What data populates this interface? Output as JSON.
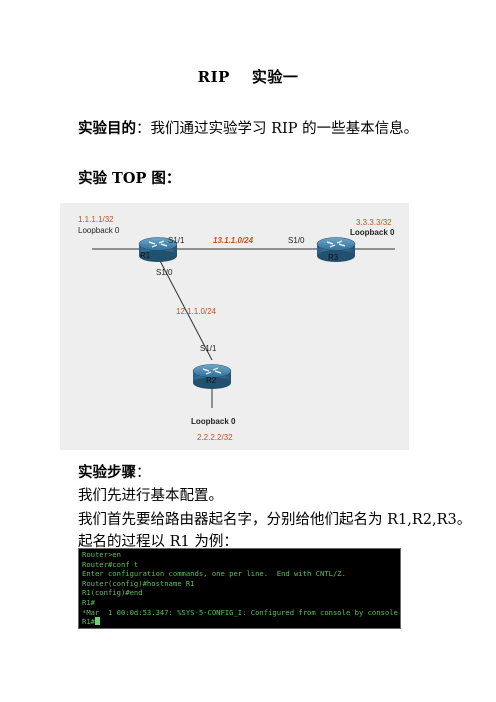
{
  "doc": {
    "title_left": "RIP",
    "title_right": "实验一",
    "purpose_label": "实验目的",
    "purpose_colon": "：",
    "purpose_text": "我们通过实验学习 RIP 的一些基本信息。",
    "top_label": "实验 TOP 图：",
    "steps_label": "实验步骤",
    "steps_colon": "：",
    "para1": "我们先进行基本配置。",
    "para2": "我们首先要给路由器起名字，分别给他们起名为 R1,R2,R3。",
    "para3": "起名的过程以 R1 为例："
  },
  "diagram": {
    "r1_loopback_ip": "1.1.1.1/32",
    "r1_loopback": "Loopback 0",
    "r1_name": "R1",
    "r1_s11": "S1/1",
    "r1_s10": "S1/0",
    "link_r1_r3": "13.1.1.0/24",
    "r3_s10": "S1/0",
    "r3_loopback_ip": "3.3.3.3/32",
    "r3_loopback": "Loopback 0",
    "r3_name": "R3",
    "link_r1_r2": "12.1.1.0/24",
    "r2_s11": "S1/1",
    "r2_name": "R2",
    "r2_loopback": "Loopback 0",
    "r2_loopback_ip": "2.2.2.2/32",
    "colors": {
      "bg": "#eeeeee",
      "ip_label": "#c8501e",
      "router": "#2f6f9a",
      "line": "#333333"
    }
  },
  "terminal": {
    "lines": [
      "Router>en",
      "Router#conf t",
      "Enter configuration commands, one per line.  End with CNTL/Z.",
      "Router(config)#hostname R1",
      "R1(config)#end",
      "R1#",
      "*Mar  1 00:0d:53.347: %SYS-5-CONFIG_I: Configured from console by console",
      "R1#"
    ]
  }
}
